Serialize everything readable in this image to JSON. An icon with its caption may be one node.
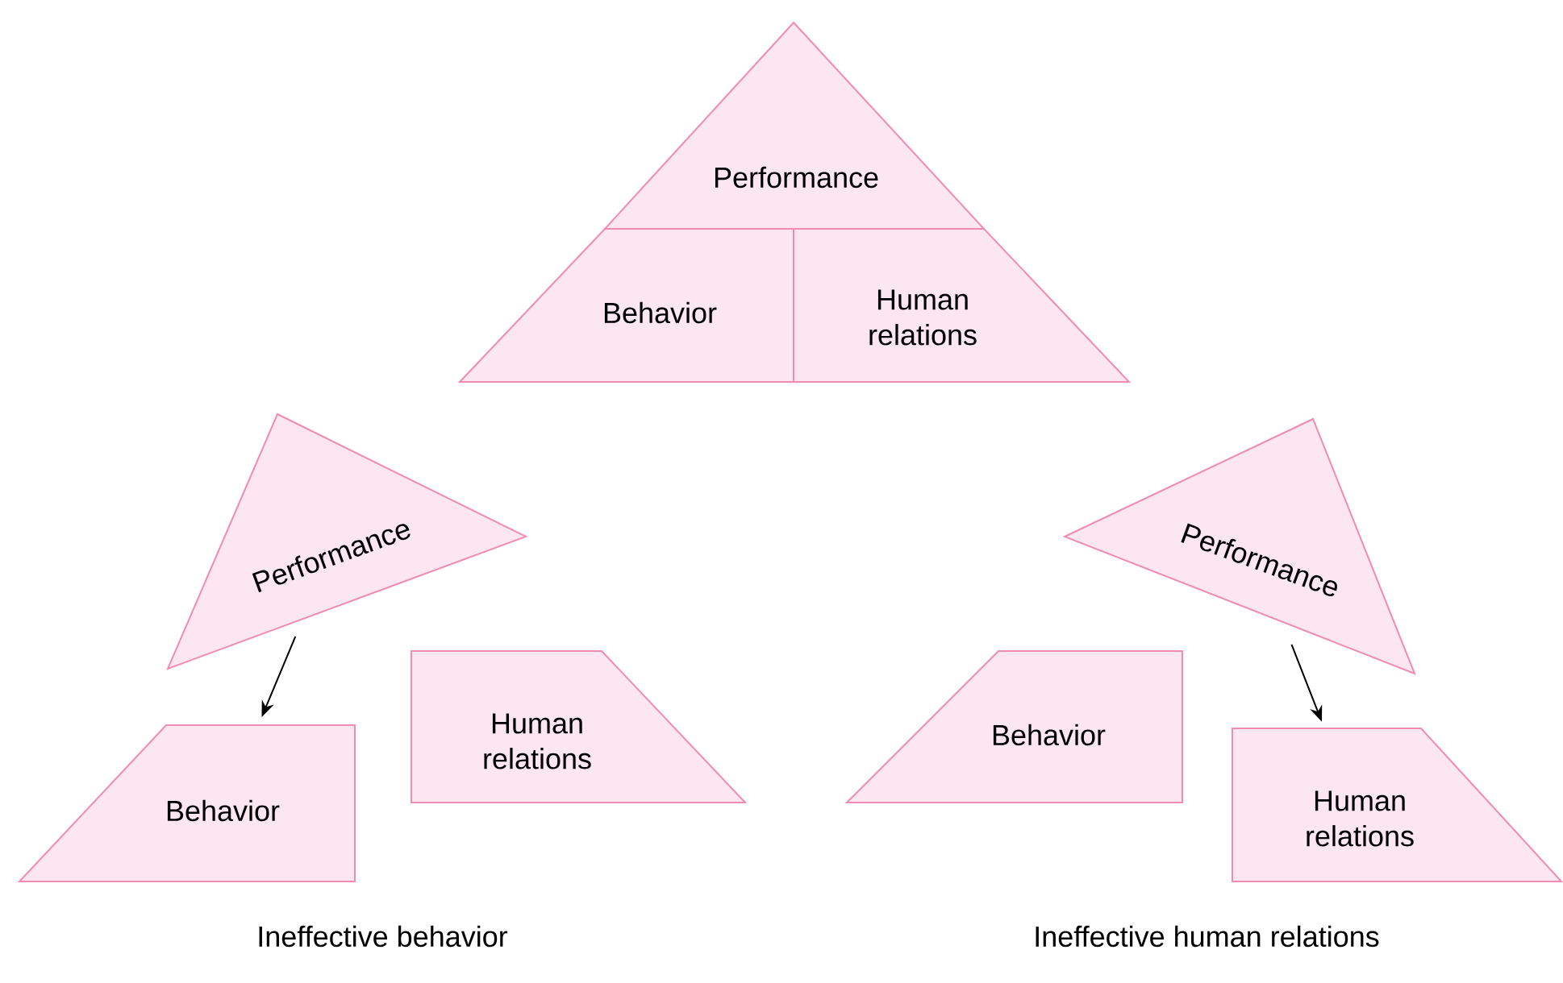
{
  "diagram": {
    "nodes": [
      {
        "text": [
          "Performance"
        ]
      },
      {
        "text": [
          "Behavior"
        ]
      },
      {
        "text": [
          "Human relations"
        ]
      },
      {
        "text": [
          "Performance"
        ]
      },
      {
        "text": [
          "Behavior"
        ]
      },
      {
        "text": [
          "Human relations"
        ]
      },
      {
        "text": [
          "Performance"
        ]
      },
      {
        "text": [
          "Behavior"
        ]
      },
      {
        "text": [
          "Human relations"
        ]
      }
    ],
    "edges": [
      {
        "from": 3,
        "to": 4,
        "arrow": "to"
      },
      {
        "from": 6,
        "to": 8,
        "arrow": "to"
      }
    ],
    "labels": [
      "Ineffective behavior",
      "Ineffective human relations"
    ]
  }
}
